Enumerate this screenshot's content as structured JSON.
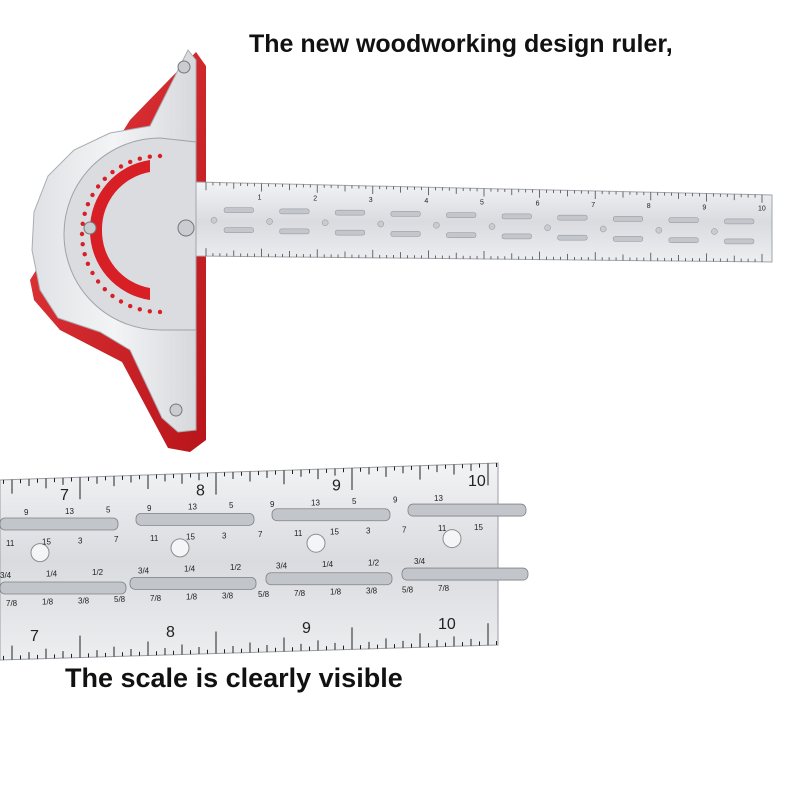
{
  "headline": "The new woodworking design ruler,",
  "subline": "The scale is clearly visible",
  "colors": {
    "body_red": "#d81f26",
    "steel_light": "#e9eaec",
    "steel_dark": "#aeb1b6",
    "text": "#111111"
  },
  "small_ruler": {
    "numbers": [
      "1",
      "2",
      "3",
      "4",
      "5",
      "6",
      "7",
      "8",
      "9",
      "10"
    ]
  },
  "closeup": {
    "top_numbers": [
      "7",
      "8",
      "9",
      "10"
    ],
    "bottom_numbers": [
      "7",
      "8",
      "9",
      "10"
    ],
    "sixteenths_row1": [
      "9",
      "13",
      "5",
      "9",
      "13",
      "5",
      "9",
      "13",
      "5",
      "9",
      "13"
    ],
    "sixteenths_row2": [
      "11",
      "15",
      "3",
      "7",
      "11",
      "15",
      "3",
      "7",
      "11",
      "15",
      "3",
      "7",
      "11",
      "15"
    ],
    "eighths_row1": [
      "3/4",
      "1/4",
      "1/2",
      "3/4",
      "1/4",
      "1/2",
      "3/4",
      "1/4",
      "1/2",
      "3/4"
    ],
    "eighths_row2": [
      "7/8",
      "1/8",
      "3/8",
      "5/8",
      "7/8",
      "1/8",
      "3/8",
      "5/8",
      "7/8",
      "1/8",
      "3/8",
      "5/8",
      "7/8"
    ]
  }
}
